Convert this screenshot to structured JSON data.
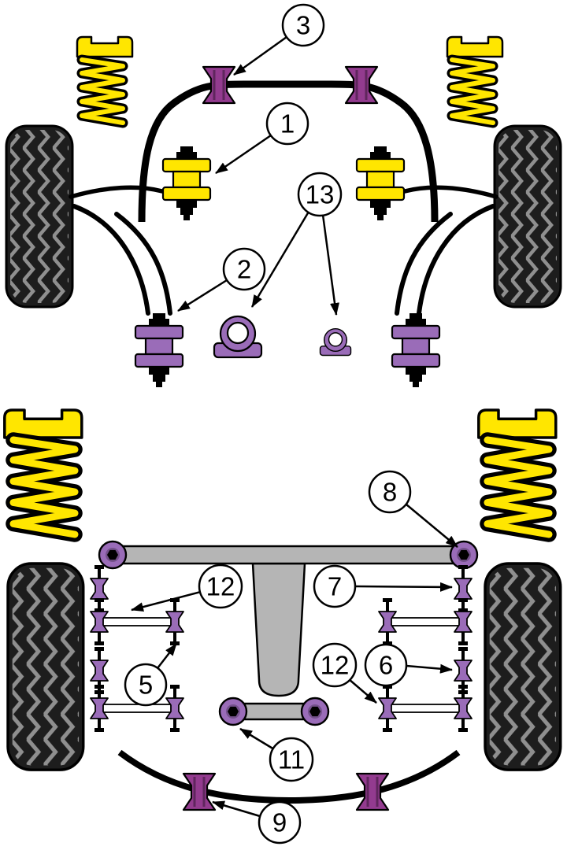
{
  "colors": {
    "page_bg": "#ffffff",
    "spring_yellow": "#ffe600",
    "bush_purple": "#9a6cb8",
    "arb_magenta": "#933b8f",
    "frame_gray": "#b5b5b5",
    "tire_black": "#1d1d1d",
    "tread_gray": "#8f8f8f",
    "outline": "#000000",
    "callout_bg": "#ffffff"
  },
  "callouts": {
    "c1": "1",
    "c2": "2",
    "c3": "3",
    "c5": "5",
    "c6": "6",
    "c7": "7",
    "c8": "8",
    "c9": "9",
    "c11": "11",
    "c12a": "12",
    "c12b": "12",
    "c13": "13"
  }
}
